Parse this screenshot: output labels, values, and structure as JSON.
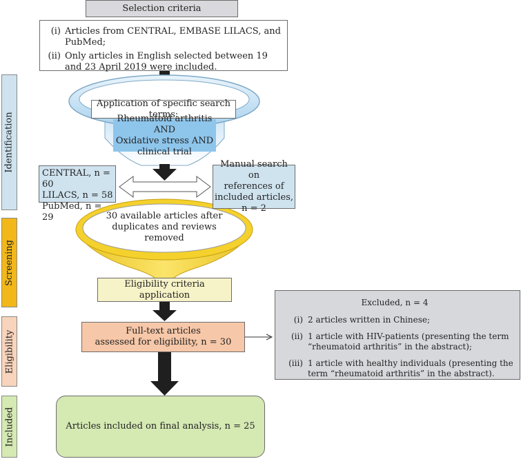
{
  "colors": {
    "stage_identification": "#cfe3ef",
    "stage_screening": "#f2b81a",
    "stage_eligibility": "#f8d4bc",
    "stage_included": "#d5e9b3",
    "search_blue": "#8ec5eb",
    "funnel_yellow": "#f7d634",
    "eligibility_box": "#f7f3c8",
    "fulltext_box": "#f6c7a8",
    "excluded_box": "#d7d8dc",
    "final_box": "#d5e9b3",
    "header_grey": "#d9d9dd",
    "arrow_dark": "#1f1f1f"
  },
  "stages": {
    "identification": "Identification",
    "screening": "Screening",
    "eligibility": "Eligibility",
    "included": "Included"
  },
  "selection": {
    "header": "Selection criteria",
    "items": [
      {
        "num": "(i)",
        "text": "Articles from CENTRAL, EMBASE LILACS, and PubMed;"
      },
      {
        "num": "(ii)",
        "text": "Only articles in English selected between 19 and 23 April 2019 were included."
      }
    ]
  },
  "search": {
    "title": "Application of specific search terms:",
    "terms": [
      "Rheumatoid arthritis AND",
      "Oxidative stress AND",
      "clinical trial"
    ]
  },
  "databases": {
    "lines": [
      "CENTRAL, n = 60",
      "LILACS, n = 58",
      "PubMed, n = 29"
    ]
  },
  "manual": {
    "lines": [
      "Manual search on",
      "references of",
      "included articles,",
      "n = 2"
    ]
  },
  "funnel": {
    "lines": [
      "30 available articles after",
      "duplicates and reviews removed"
    ]
  },
  "eligibility_box": "Eligibility criteria application",
  "fulltext": {
    "lines": [
      "Full-text articles",
      "assessed for eligibility, n = 30"
    ]
  },
  "excluded": {
    "title": "Excluded, n = 4",
    "items": [
      {
        "num": "(i)",
        "text": "2 articles written in Chinese;"
      },
      {
        "num": "(ii)",
        "text": "1 article with HIV-patients (presenting the term “rheumatoid arthritis” in the abstract);"
      },
      {
        "num": "(iii)",
        "text": "1 article with healthy individuals (presenting the term “rheumatoid arthritis” in the abstract)."
      }
    ]
  },
  "final": "Articles included on final analysis, n = 25"
}
